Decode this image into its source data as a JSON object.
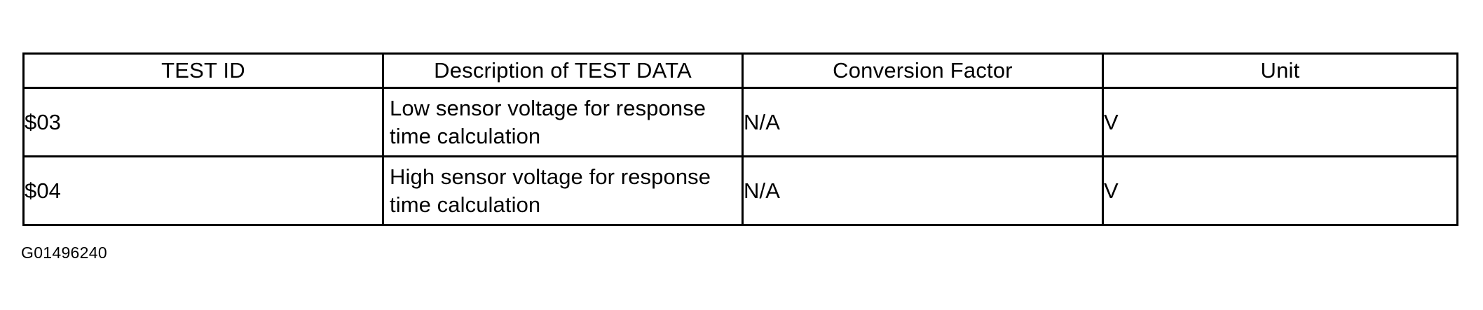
{
  "document": {
    "caption": "G01496240"
  },
  "table": {
    "columns": [
      {
        "key": "test_id",
        "label": "TEST ID"
      },
      {
        "key": "desc",
        "label": "Description of TEST DATA"
      },
      {
        "key": "conv",
        "label": "Conversion Factor"
      },
      {
        "key": "unit",
        "label": "Unit"
      }
    ],
    "rows": [
      {
        "test_id": "$03",
        "desc_line1": "Low sensor voltage for response",
        "desc_line2": "time calculation",
        "conv": "N/A",
        "unit": "V"
      },
      {
        "test_id": "$04",
        "desc_line1": "High sensor voltage for response",
        "desc_line2": "time calculation",
        "conv": "N/A",
        "unit": "V"
      }
    ]
  },
  "colors": {
    "border": "#000000",
    "background": "#ffffff",
    "text": "#000000"
  }
}
